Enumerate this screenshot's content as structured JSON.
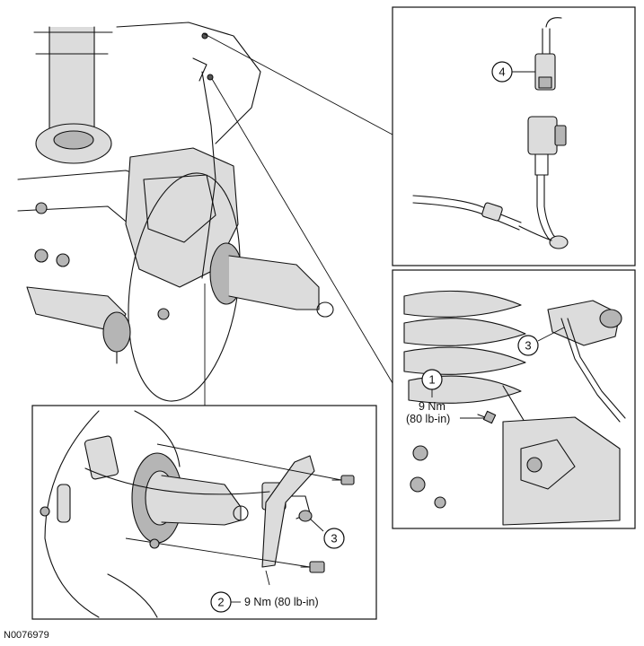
{
  "figure_id": "N0076979",
  "callouts": {
    "c1": "1",
    "c2": "2",
    "c3_detail_right": "3",
    "c3_detail_bottom": "3",
    "c4": "4"
  },
  "torque": {
    "c1_line1": "9 Nm",
    "c1_line2": "(80 lb-in)",
    "c2": "9 Nm (80 lb-in)"
  },
  "colors": {
    "line": "#111111",
    "fill_light": "#dcdcdc",
    "fill_mid": "#b5b5b5"
  }
}
